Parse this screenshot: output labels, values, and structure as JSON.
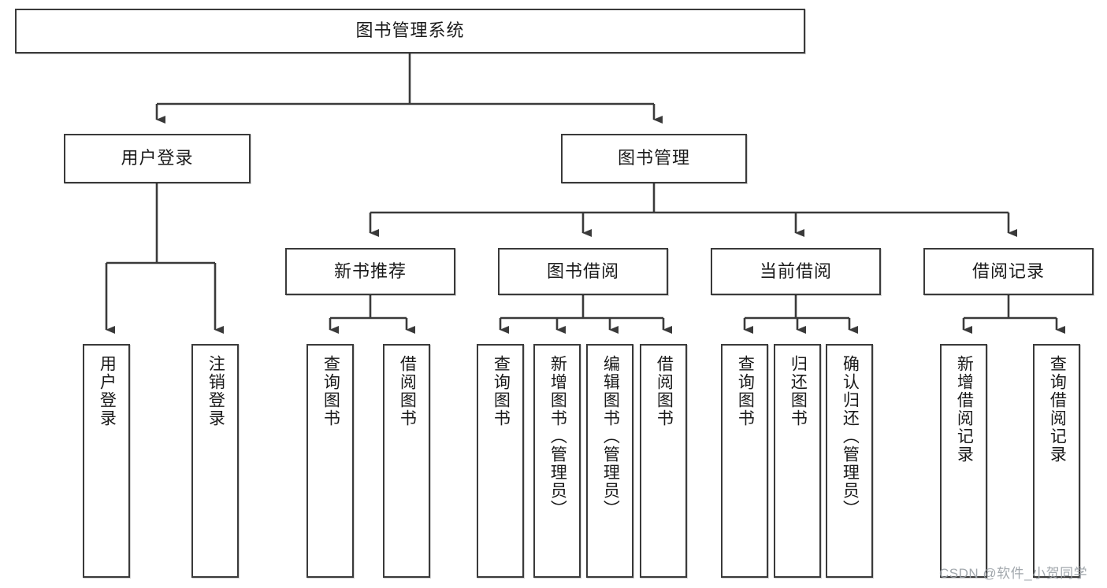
{
  "diagram": {
    "type": "tree-hierarchy",
    "title": "图书管理系统",
    "orientation": "top-down",
    "line_color": "#3a3a3a",
    "box_fill": "#ffffff",
    "text_color": "#1a1a1a",
    "nodes": {
      "root": {
        "label": "图书管理系统",
        "level": 1
      },
      "l2": [
        {
          "id": "user-login",
          "label": "用户登录",
          "level": 2
        },
        {
          "id": "book-manage",
          "label": "图书管理",
          "level": 2
        }
      ],
      "l3": [
        {
          "id": "new-book-recommend",
          "label": "新书推荐",
          "level": 3
        },
        {
          "id": "book-borrow",
          "label": "图书借阅",
          "level": 3
        },
        {
          "id": "current-borrow",
          "label": "当前借阅",
          "level": 3
        },
        {
          "id": "borrow-record",
          "label": "借阅记录",
          "level": 3
        }
      ],
      "leaves": {
        "user-login": [
          {
            "id": "leaf-user-login",
            "label": "用户登录"
          },
          {
            "id": "leaf-user-logout",
            "label": "注销登录"
          }
        ],
        "new-book-recommend": [
          {
            "id": "leaf-query-book-1",
            "label": "查询图书"
          },
          {
            "id": "leaf-borrow-book-1",
            "label": "借阅图书"
          }
        ],
        "book-borrow": [
          {
            "id": "leaf-query-book-2",
            "label": "查询图书"
          },
          {
            "id": "leaf-add-book",
            "label": "新增图书（管理员）"
          },
          {
            "id": "leaf-edit-book",
            "label": "编辑图书（管理员）"
          },
          {
            "id": "leaf-borrow-book-2",
            "label": "借阅图书"
          }
        ],
        "current-borrow": [
          {
            "id": "leaf-query-book-3",
            "label": "查询图书"
          },
          {
            "id": "leaf-return-book",
            "label": "归还图书"
          },
          {
            "id": "leaf-confirm-return",
            "label": "确认归还（管理员）"
          }
        ],
        "borrow-record": [
          {
            "id": "leaf-add-record",
            "label": "新增借阅记录"
          },
          {
            "id": "leaf-query-record",
            "label": "查询借阅记录"
          }
        ]
      }
    },
    "watermark": "CSDN @软件_小贺同学"
  }
}
